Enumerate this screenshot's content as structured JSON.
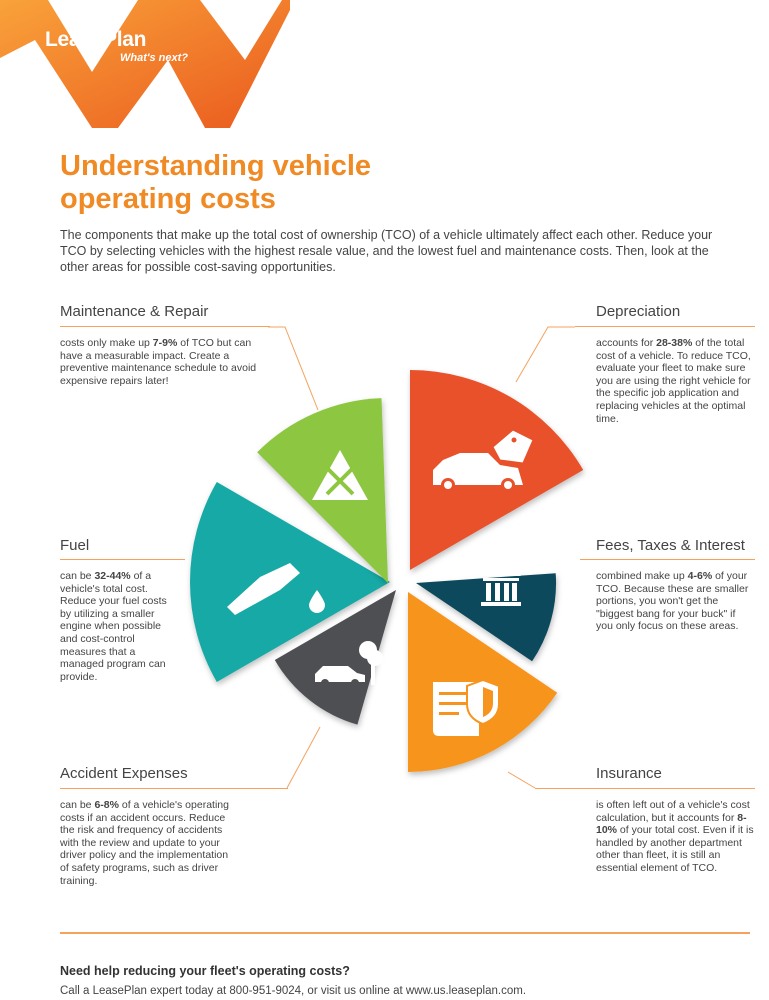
{
  "brand": {
    "name": "LeasePlan",
    "tagline": "What's next?",
    "colors": {
      "orange": "#f08a24",
      "orange_dark": "#e8641c"
    }
  },
  "title": "Understanding vehicle operating costs",
  "intro": "The components that make up the total cost of ownership (TCO) of a vehicle ultimately affect each other. Reduce your TCO by selecting vehicles with the highest resale value, and the lowest fuel and maintenance costs. Then, look at the other areas for possible cost-saving opportunities.",
  "sections": {
    "maintenance": {
      "title": "Maintenance & Repair",
      "pre": "costs only make up ",
      "highlight": "7-9%",
      "post": " of TCO but can have a measurable impact. Create a preventive maintenance schedule to avoid expensive repairs later!",
      "color": "#8dc63f",
      "icon": "wrench-screwdriver-icon"
    },
    "depreciation": {
      "title": "Depreciation",
      "pre": "accounts for ",
      "highlight": "28-38%",
      "post": " of the total cost of a vehicle. To reduce TCO, evaluate your fleet to make sure you are using the right vehicle for the specific job application and replacing vehicles at the optimal time.",
      "color": "#e8512a",
      "icon": "car-price-tag-icon"
    },
    "fuel": {
      "title": "Fuel",
      "pre": "can be ",
      "highlight": "32-44%",
      "post": " of a vehicle's total cost. Reduce your fuel costs by utilizing a smaller engine when possible and cost-control measures that a managed program can provide.",
      "color": "#17a9a5",
      "icon": "fuel-nozzle-icon"
    },
    "fees": {
      "title": "Fees, Taxes & Interest",
      "pre": "combined make up ",
      "highlight": "4-6%",
      "post": " of your TCO. Because these are smaller portions, you won't get the \"biggest bang for your buck\" if you only focus on these areas.",
      "color": "#0e4a5c",
      "icon": "bank-building-icon"
    },
    "accident": {
      "title": "Accident Expenses",
      "pre": "can be ",
      "highlight": "6-8%",
      "post": " of a vehicle's operating costs if an accident occurs. Reduce the risk and frequency of accidents with the review and update to your driver policy and the implementation of safety programs, such as driver training.",
      "color": "#4d4f53",
      "icon": "car-crash-icon"
    },
    "insurance": {
      "title": "Insurance",
      "pre": "is often left out of a vehicle's cost calculation, but it accounts for ",
      "highlight": "8-10%",
      "post": " of your total cost. Even if it is handled by another department other than fleet, it is still an essential element of TCO.",
      "color": "#f7941d",
      "icon": "insurance-document-shield-icon"
    }
  },
  "footer": {
    "question": "Need help reducing your fleet's operating costs?",
    "text": "Call a LeasePlan expert today at 800-951-9024, or visit us online at www.us.leaseplan.com."
  }
}
